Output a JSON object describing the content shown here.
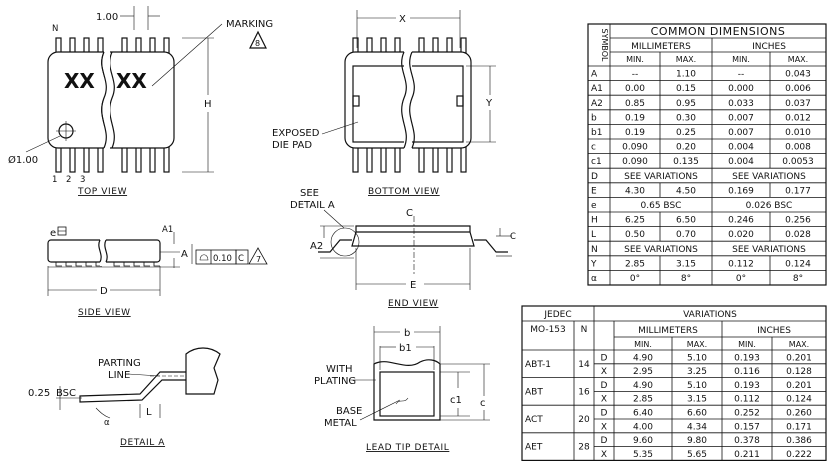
{
  "top_view": {
    "caption": "TOP VIEW",
    "pitch_label": "1.00",
    "marking_label": "MARKING",
    "marking_symbol": "8",
    "pin_n_label": "N",
    "dim_h": "H",
    "chip_text_left": "XX",
    "chip_text_right": "XX",
    "hole_label": "Ø1.00",
    "pin_numbers": [
      "1",
      "2",
      "3"
    ]
  },
  "bottom_view": {
    "caption": "BOTTOM VIEW",
    "dim_x": "X",
    "dim_y": "Y",
    "pad_label_1": "EXPOSED",
    "pad_label_2": "DIE PAD"
  },
  "side_view": {
    "caption": "SIDE VIEW",
    "e_label": "e",
    "dim_a1": "A1",
    "dim_a": "A",
    "dim_d": "D",
    "tol_value": "0.10",
    "tol_datum": "C",
    "tol_note": "7"
  },
  "end_view": {
    "caption": "END VIEW",
    "see_detail_1": "SEE",
    "see_detail_2": "DETAIL A",
    "dim_a2": "A2",
    "dim_c": "C",
    "dim_e": "E",
    "centerline": "C"
  },
  "detail_a": {
    "caption": "DETAIL A",
    "parting_1": "PARTING",
    "parting_2": "LINE",
    "bsc_value": "0.25",
    "bsc_label": "BSC",
    "dim_l": "L",
    "angle": "α"
  },
  "lead_tip": {
    "caption": "LEAD TIP DETAIL",
    "dim_b": "b",
    "dim_b1": "b1",
    "with_plating_1": "WITH",
    "with_plating_2": "PLATING",
    "base_metal_1": "BASE",
    "base_metal_2": "METAL",
    "dim_c1": "c1",
    "dim_c": "c"
  },
  "common_dimensions": {
    "symbol_header": "SYMBOL",
    "title": "COMMON DIMENSIONS",
    "mm_header": "MILLIMETERS",
    "in_header": "INCHES",
    "min_label": "MIN.",
    "max_label": "MAX.",
    "rows": [
      {
        "sym": "A",
        "mm_min": "--",
        "mm_max": "1.10",
        "in_min": "--",
        "in_max": "0.043"
      },
      {
        "sym": "A1",
        "mm_min": "0.00",
        "mm_max": "0.15",
        "in_min": "0.000",
        "in_max": "0.006"
      },
      {
        "sym": "A2",
        "mm_min": "0.85",
        "mm_max": "0.95",
        "in_min": "0.033",
        "in_max": "0.037"
      },
      {
        "sym": "b",
        "mm_min": "0.19",
        "mm_max": "0.30",
        "in_min": "0.007",
        "in_max": "0.012"
      },
      {
        "sym": "b1",
        "mm_min": "0.19",
        "mm_max": "0.25",
        "in_min": "0.007",
        "in_max": "0.010"
      },
      {
        "sym": "c",
        "mm_min": "0.090",
        "mm_max": "0.20",
        "in_min": "0.004",
        "in_max": "0.008"
      },
      {
        "sym": "c1",
        "mm_min": "0.090",
        "mm_max": "0.135",
        "in_min": "0.004",
        "in_max": "0.0053"
      },
      {
        "sym": "D",
        "mm_span": "SEE VARIATIONS",
        "in_span": "SEE VARIATIONS"
      },
      {
        "sym": "E",
        "mm_min": "4.30",
        "mm_max": "4.50",
        "in_min": "0.169",
        "in_max": "0.177"
      },
      {
        "sym": "e",
        "mm_span": "0.65 BSC",
        "in_span": "0.026 BSC"
      },
      {
        "sym": "H",
        "mm_min": "6.25",
        "mm_max": "6.50",
        "in_min": "0.246",
        "in_max": "0.256"
      },
      {
        "sym": "L",
        "mm_min": "0.50",
        "mm_max": "0.70",
        "in_min": "0.020",
        "in_max": "0.028"
      },
      {
        "sym": "N",
        "mm_span": "SEE VARIATIONS",
        "in_span": "SEE VARIATIONS"
      },
      {
        "sym": "Y",
        "mm_min": "2.85",
        "mm_max": "3.15",
        "in_min": "0.112",
        "in_max": "0.124"
      },
      {
        "sym": "α",
        "mm_min": "0°",
        "mm_max": "8°",
        "in_min": "0°",
        "in_max": "8°"
      }
    ]
  },
  "variations": {
    "jedec_label": "JEDEC",
    "mo_label": "MO-153",
    "n_label": "N",
    "title": "VARIATIONS",
    "mm_header": "MILLIMETERS",
    "in_header": "INCHES",
    "min_label": "MIN.",
    "max_label": "MAX.",
    "groups": [
      {
        "code": "ABT-1",
        "n": "14",
        "rows": [
          {
            "sym": "D",
            "mm_min": "4.90",
            "mm_max": "5.10",
            "in_min": "0.193",
            "in_max": "0.201"
          },
          {
            "sym": "X",
            "mm_min": "2.95",
            "mm_max": "3.25",
            "in_min": "0.116",
            "in_max": "0.128"
          }
        ]
      },
      {
        "code": "ABT",
        "n": "16",
        "rows": [
          {
            "sym": "D",
            "mm_min": "4.90",
            "mm_max": "5.10",
            "in_min": "0.193",
            "in_max": "0.201"
          },
          {
            "sym": "X",
            "mm_min": "2.85",
            "mm_max": "3.15",
            "in_min": "0.112",
            "in_max": "0.124"
          }
        ]
      },
      {
        "code": "ACT",
        "n": "20",
        "rows": [
          {
            "sym": "D",
            "mm_min": "6.40",
            "mm_max": "6.60",
            "in_min": "0.252",
            "in_max": "0.260"
          },
          {
            "sym": "X",
            "mm_min": "4.00",
            "mm_max": "4.34",
            "in_min": "0.157",
            "in_max": "0.171"
          }
        ]
      },
      {
        "code": "AET",
        "n": "28",
        "rows": [
          {
            "sym": "D",
            "mm_min": "9.60",
            "mm_max": "9.80",
            "in_min": "0.378",
            "in_max": "0.386"
          },
          {
            "sym": "X",
            "mm_min": "5.35",
            "mm_max": "5.65",
            "in_min": "0.211",
            "in_max": "0.222"
          }
        ]
      }
    ]
  }
}
